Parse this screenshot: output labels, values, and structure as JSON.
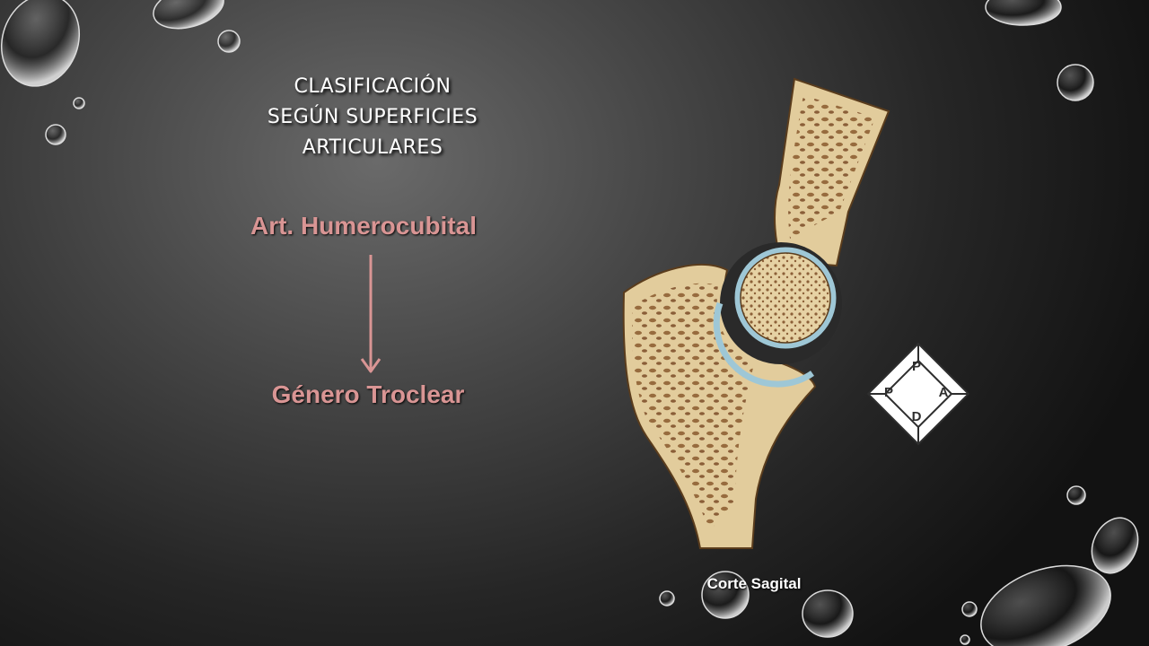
{
  "slide": {
    "title_lines": [
      "CLASIFICACIÓN",
      "SEGÚN  SUPERFICIES",
      "ARTICULARES"
    ],
    "joint_name": "Art. Humerocubital",
    "genre": "Género Troclear",
    "image_caption": "Corte Sagital"
  },
  "orientation": {
    "top": "P",
    "left": "P",
    "right": "A",
    "bottom": "D"
  },
  "colors": {
    "accent_text": "#d99594",
    "bone_fill": "#e2cc9c",
    "cartilage": "#9ec7d6"
  },
  "icons": {
    "arrow": "down-arrow-icon",
    "compass": "orientation-compass-icon",
    "illustration": "elbow-joint-section-illustration"
  }
}
